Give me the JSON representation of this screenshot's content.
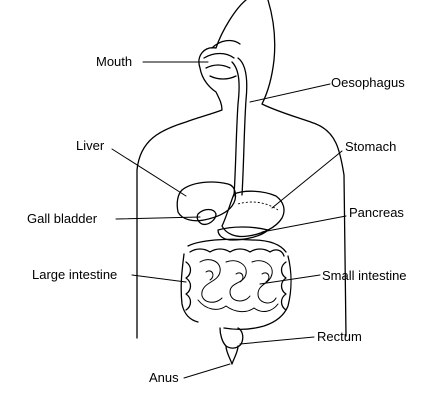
{
  "labels": {
    "mouth": "Mouth",
    "oesophagus": "Oesophagus",
    "liver": "Liver",
    "stomach": "Stomach",
    "gall_bladder": "Gall bladder",
    "pancreas": "Pancreas",
    "large_intestine": "Large intestine",
    "small_intestine": "Small intestine",
    "rectum": "Rectum",
    "anus": "Anus"
  },
  "colors": {
    "ink": "#000000",
    "background": "#ffffff"
  }
}
